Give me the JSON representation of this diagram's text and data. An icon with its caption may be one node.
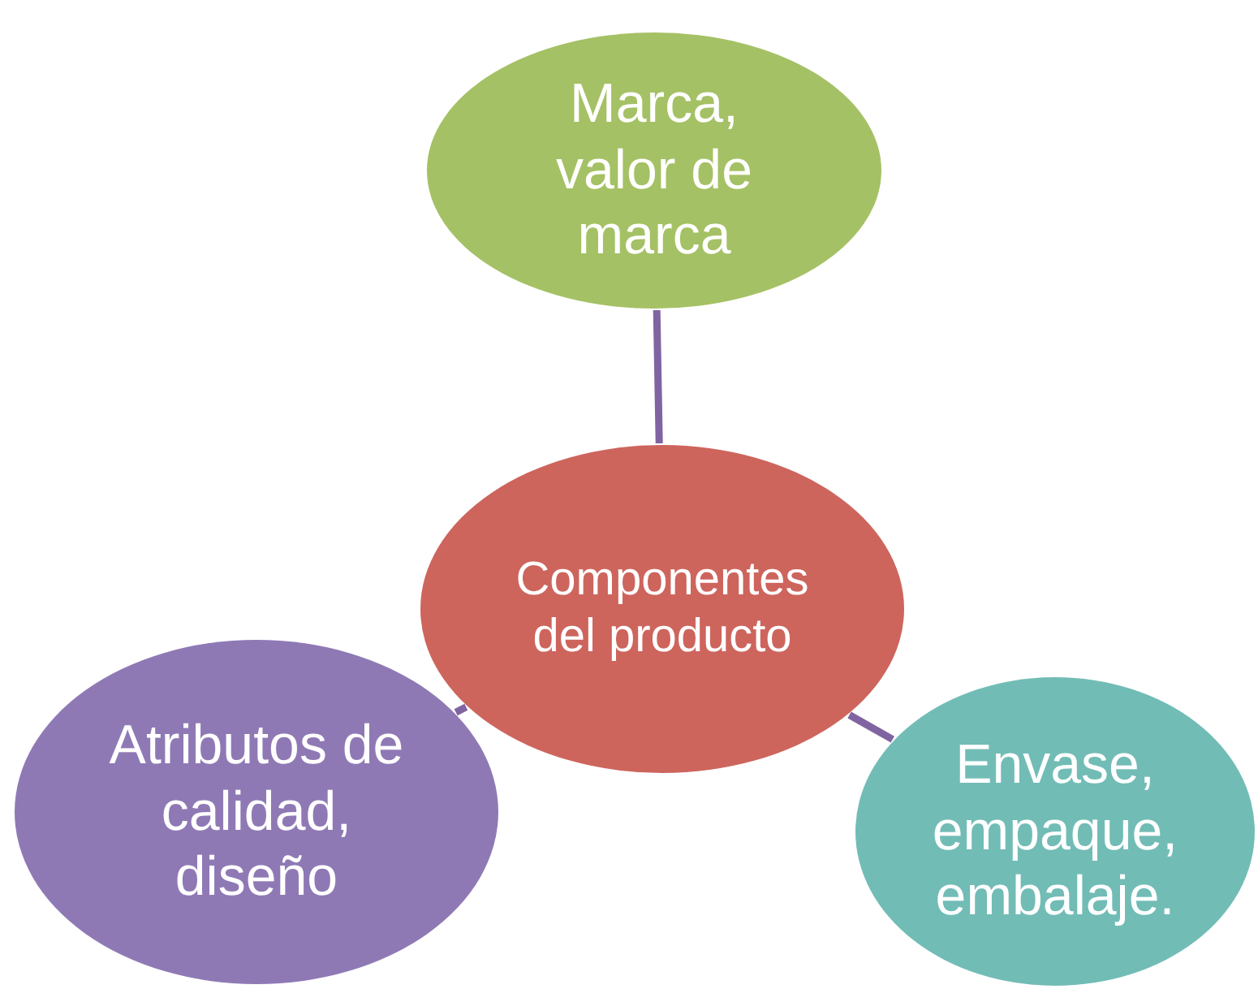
{
  "diagram": {
    "nodes": [
      {
        "text": [
          "Marca, valor de marca"
        ]
      },
      {
        "text": [
          "Componentes del producto"
        ]
      },
      {
        "text": [
          "Atributos de calidad, diseño"
        ]
      },
      {
        "text": [
          "Envase, empaque, embalaje."
        ]
      }
    ],
    "edges": [
      {
        "from": 1,
        "to": 0,
        "arrow": "none"
      },
      {
        "from": 1,
        "to": 2,
        "arrow": "none"
      },
      {
        "from": 1,
        "to": 3,
        "arrow": "none"
      }
    ]
  }
}
